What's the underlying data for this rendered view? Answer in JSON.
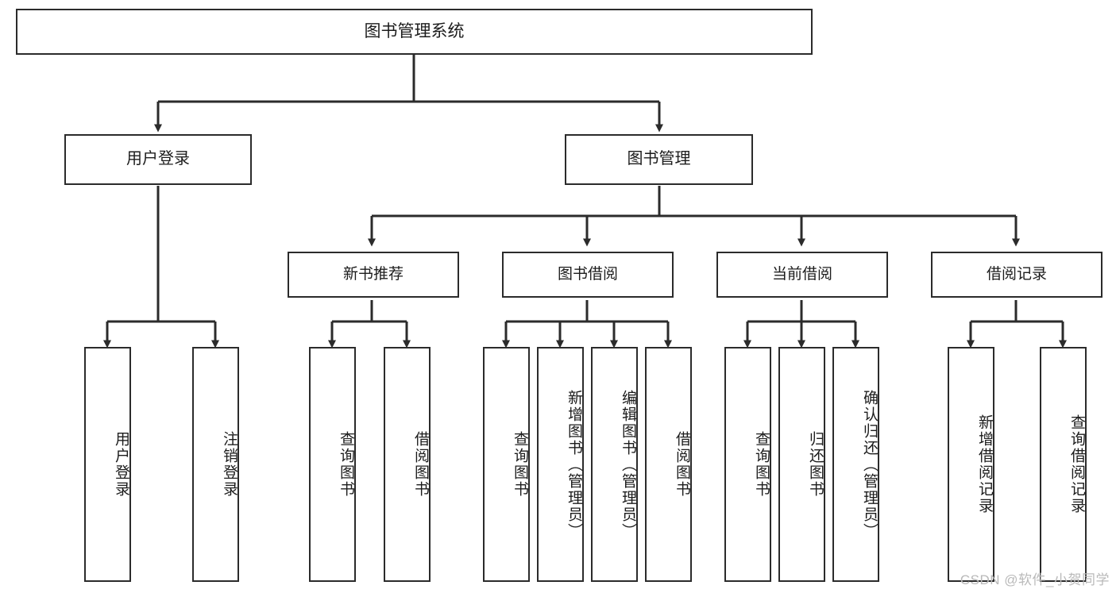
{
  "diagram": {
    "title": "图书管理系统",
    "type": "tree-hierarchy-chart",
    "root": {
      "id": "root",
      "label": "图书管理系统"
    },
    "level2": [
      {
        "id": "user-login",
        "label": "用户登录"
      },
      {
        "id": "book-management",
        "label": "图书管理"
      }
    ],
    "level3": [
      {
        "id": "new-book-recommend",
        "label": "新书推荐",
        "parent": "book-management"
      },
      {
        "id": "book-borrow",
        "label": "图书借阅",
        "parent": "book-management"
      },
      {
        "id": "current-borrow",
        "label": "当前借阅",
        "parent": "book-management"
      },
      {
        "id": "borrow-record",
        "label": "借阅记录",
        "parent": "book-management"
      }
    ],
    "leaves": {
      "user-login": [
        {
          "id": "leaf-user-login",
          "label": "用户登录"
        },
        {
          "id": "leaf-logout",
          "label": "注销登录"
        }
      ],
      "new-book-recommend": [
        {
          "id": "leaf-query-book-1",
          "label": "查询图书"
        },
        {
          "id": "leaf-borrow-book-1",
          "label": "借阅图书"
        }
      ],
      "book-borrow": [
        {
          "id": "leaf-query-book-2",
          "label": "查询图书"
        },
        {
          "id": "leaf-add-book",
          "label": "新增图书（管理员）"
        },
        {
          "id": "leaf-edit-book",
          "label": "编辑图书（管理员）"
        },
        {
          "id": "leaf-borrow-book-2",
          "label": "借阅图书"
        }
      ],
      "current-borrow": [
        {
          "id": "leaf-query-book-3",
          "label": "查询图书"
        },
        {
          "id": "leaf-return-book",
          "label": "归还图书"
        },
        {
          "id": "leaf-confirm-return",
          "label": "确认归还（管理员）"
        }
      ],
      "borrow-record": [
        {
          "id": "leaf-add-record",
          "label": "新增借阅记录"
        },
        {
          "id": "leaf-query-record",
          "label": "查询借阅记录"
        }
      ]
    }
  },
  "watermark": {
    "text": "CSDN @软件_小贺同学"
  },
  "colors": {
    "stroke": "#2b2b2b",
    "background": "#ffffff",
    "text": "#1c1c1c",
    "watermark": "#b9b9b9"
  }
}
